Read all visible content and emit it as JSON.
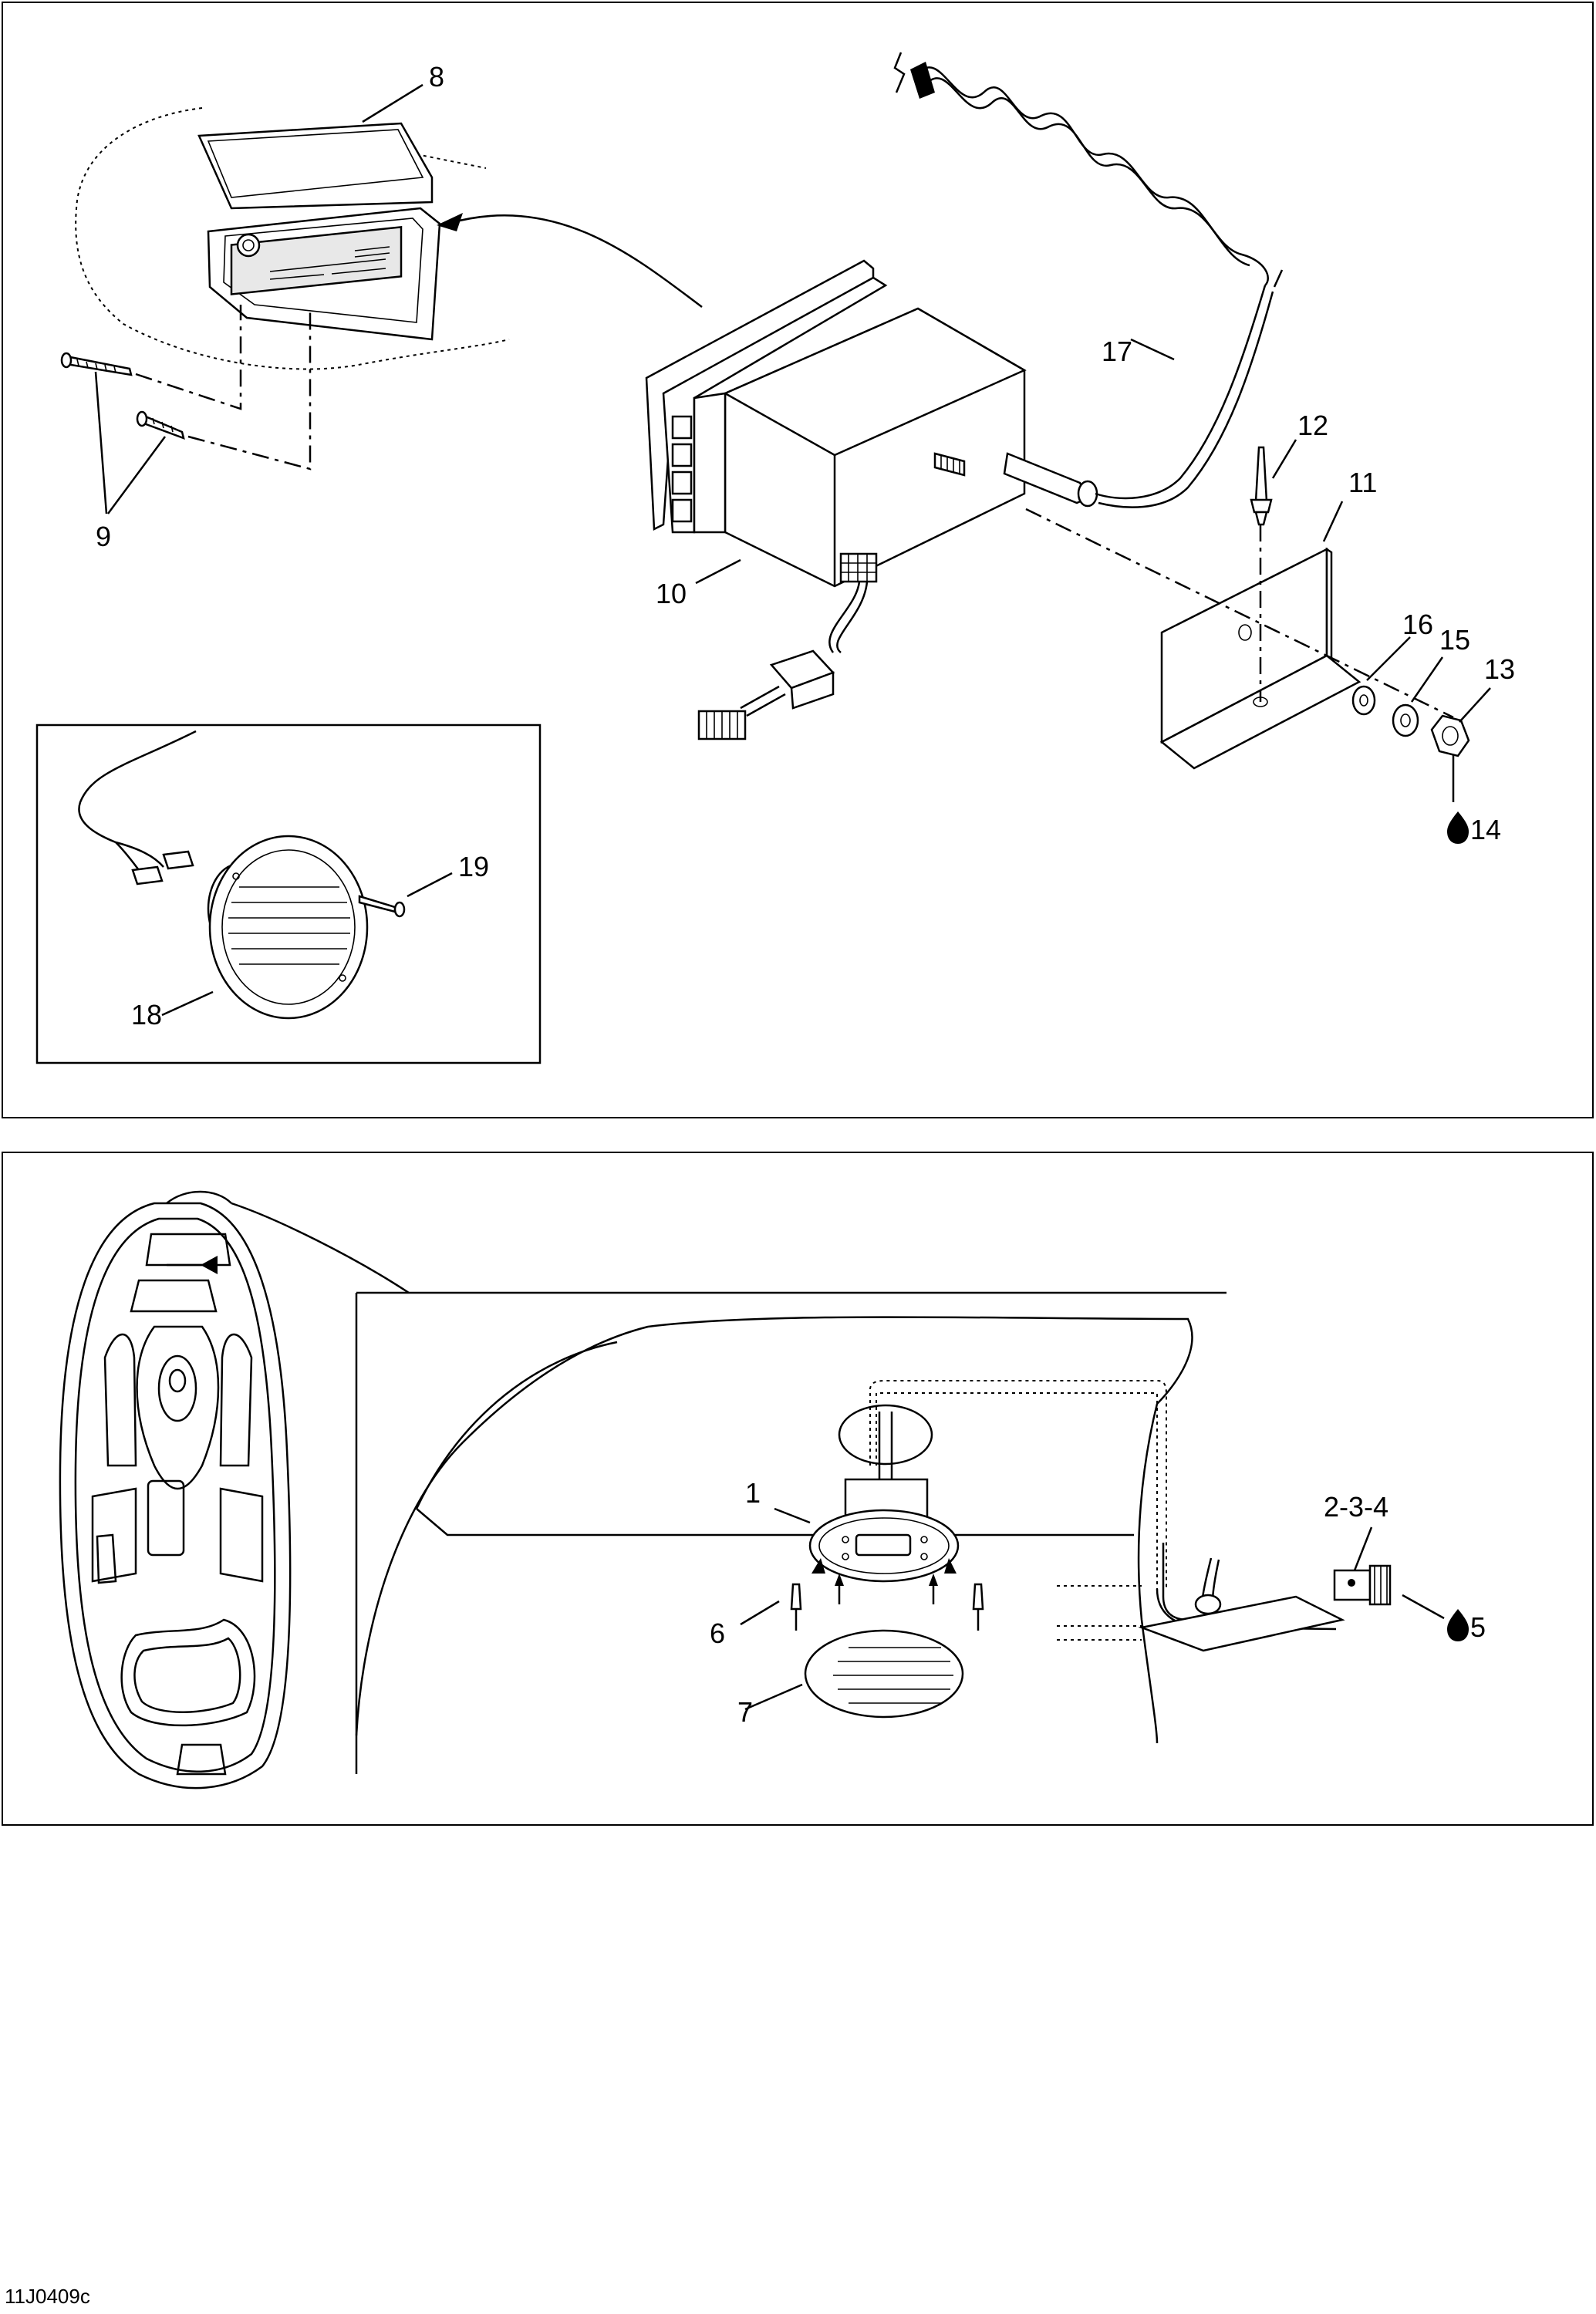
{
  "top_diagram": {
    "labels": [
      "8",
      "9",
      "10",
      "17",
      "12",
      "11",
      "16",
      "15",
      "13",
      "14",
      "19",
      "18"
    ]
  },
  "bottom_diagram": {
    "labels": [
      "1",
      "2-3-4",
      "5",
      "6",
      "7"
    ]
  },
  "image_code": "11J0409c"
}
